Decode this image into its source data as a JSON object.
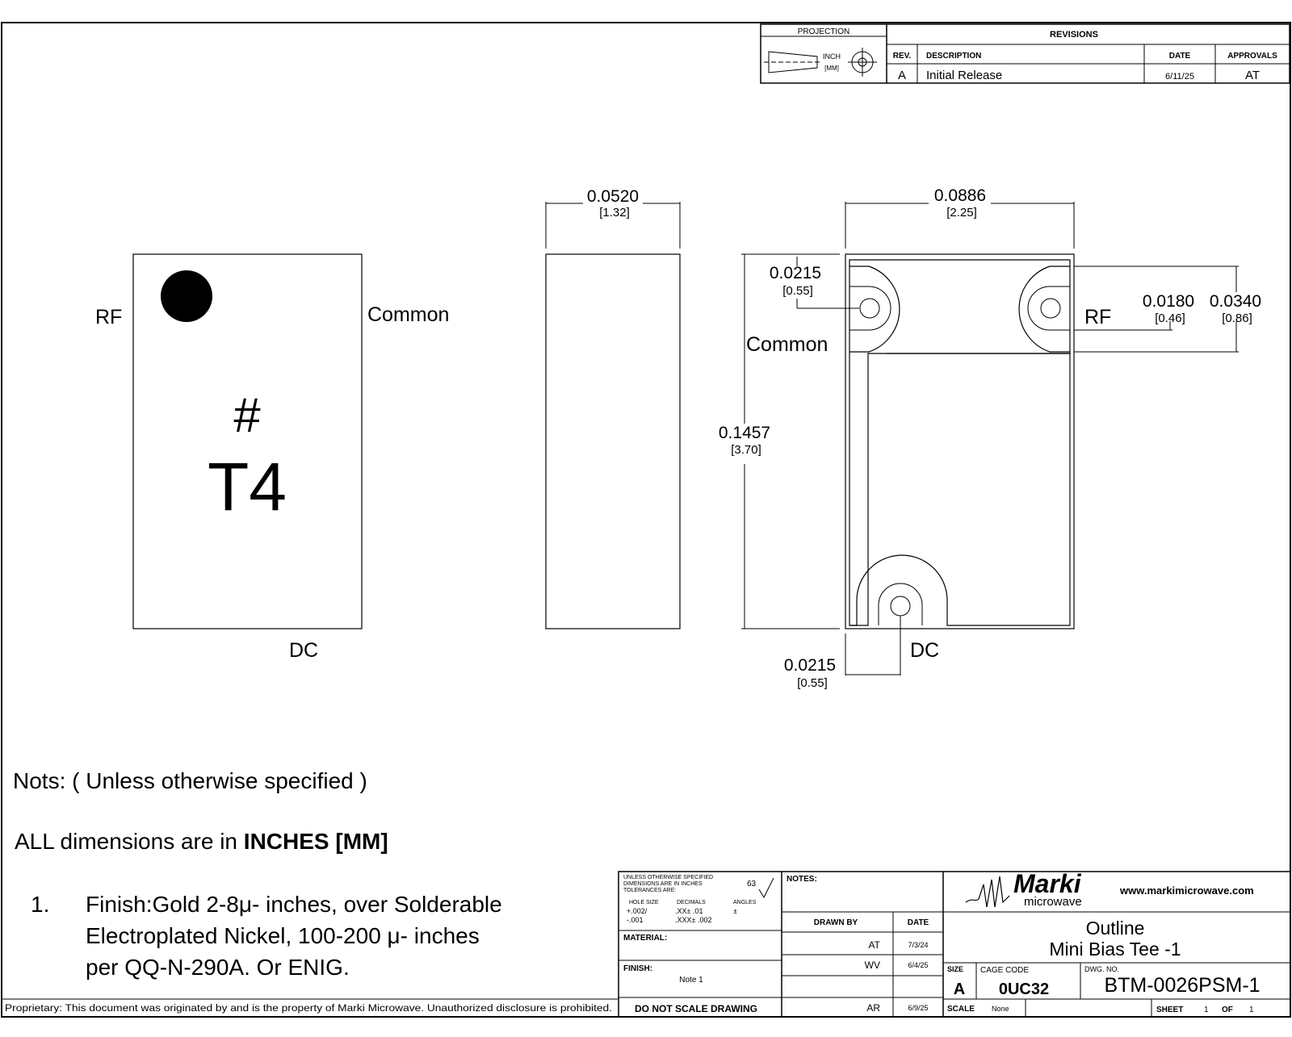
{
  "revisions": {
    "projection_label": "PROJECTION",
    "projection_units_inch": "INCH",
    "projection_units_mm": "[MM]",
    "title": "REVISIONS",
    "headers": {
      "rev": "REV.",
      "description": "DESCRIPTION",
      "date": "DATE",
      "approvals": "APPROVALS"
    },
    "rows": [
      {
        "rev": "A",
        "description": "Initial Release",
        "date": "6/11/25",
        "approvals": "AT"
      }
    ]
  },
  "top_view": {
    "label_rf": "RF",
    "label_common": "Common",
    "label_dc": "DC",
    "marking_line1": "#",
    "marking_line2": "T4"
  },
  "side_view": {
    "width_in": "0.0520",
    "width_mm": "[1.32]"
  },
  "bottom_view": {
    "width_in": "0.0886",
    "width_mm": "[2.25]",
    "height_in": "0.1457",
    "height_mm": "[3.70]",
    "pad_offset_in": "0.0215",
    "pad_offset_mm": "[0.55]",
    "dc_offset_in": "0.0215",
    "dc_offset_mm": "[0.55]",
    "rf_pad_in": "0.0180",
    "rf_pad_mm": "[0.46]",
    "rf_span_in": "0.0340",
    "rf_span_mm": "[0.86]",
    "label_common": "Common",
    "label_rf": "RF",
    "label_dc": "DC"
  },
  "notes": {
    "heading": "Nots: ( Unless otherwise specified )",
    "dims_prefix": "ALL dimensions are in ",
    "dims_bold": "INCHES [MM]",
    "item_number": "1.",
    "item_line1": "Finish:Gold 2-8μ- inches, over Solderable",
    "item_line2": "Electroplated Nickel, 100-200 μ- inches",
    "item_line3": "per QQ-N-290A. Or ENIG."
  },
  "proprietary": "Proprietary:  This document was originated by and is the property of Marki Microwave.  Unauthorized disclosure is prohibited.",
  "title_block": {
    "tol_line1": "UNLESS OTHERWISE SPECIFIED",
    "tol_line2": "DIMENSIONS ARE IN INCHES",
    "tol_line3": "TOLERANCES ARE:",
    "tol_hole": "HOLE SIZE",
    "tol_decimals": "DECIMALS",
    "tol_angles": "ANGLES",
    "tol_hole_plus": "+.002/",
    "tol_hole_minus": "-.001",
    "tol_xx": ".XX±   .01",
    "tol_xxx": ".XXX±  .002",
    "tol_angle_val": "±",
    "surface_finish": "63",
    "material_label": "MATERIAL:",
    "finish_label": "FINISH:",
    "finish_value": "Note 1",
    "do_not_scale": "DO NOT SCALE DRAWING",
    "notes_label": "NOTES:",
    "drawn_by_label": "DRAWN BY",
    "date_label": "DATE",
    "drawn_rows": [
      {
        "name": "AT",
        "date": "7/3/24"
      },
      {
        "name": "WV",
        "date": "6/4/25"
      },
      {
        "name": "",
        "date": ""
      },
      {
        "name": "AR",
        "date": "6/9/25"
      }
    ],
    "brand": "Marki",
    "brand_sub": "microwave",
    "website": "www.markimicrowave.com",
    "title_line1": "Outline",
    "title_line2": "Mini Bias Tee -1",
    "size_label": "SIZE",
    "size_value": "A",
    "cage_label": "CAGE CODE",
    "cage_value": "0UC32",
    "dwg_label": "DWG. NO.",
    "dwg_value": "BTM-0026PSM-1",
    "scale_label": "SCALE",
    "scale_value": "None",
    "sheet_label": "SHEET",
    "sheet_value": "1",
    "of_label": "OF",
    "of_value": "1"
  }
}
